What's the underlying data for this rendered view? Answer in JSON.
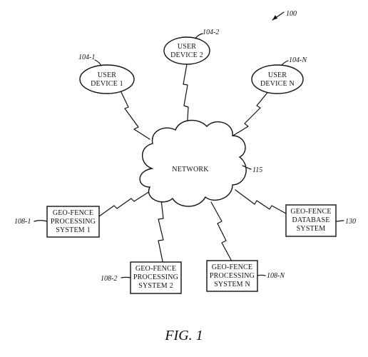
{
  "diagram": {
    "ref_system": "100",
    "network": {
      "label": "NETWORK",
      "ref": "115"
    },
    "user_devices": [
      {
        "id": "ud1",
        "lines": [
          "USER",
          "DEVICE 1"
        ],
        "ref": "104-1"
      },
      {
        "id": "ud2",
        "lines": [
          "USER",
          "DEVICE 2"
        ],
        "ref": "104-2"
      },
      {
        "id": "udn",
        "lines": [
          "USER",
          "DEVICE N"
        ],
        "ref": "104-N"
      }
    ],
    "geo_fence_systems": [
      {
        "id": "gf1",
        "lines": [
          "GEO-FENCE",
          "PROCESSING",
          "SYSTEM 1"
        ],
        "ref": "108-1"
      },
      {
        "id": "gf2",
        "lines": [
          "GEO-FENCE",
          "PROCESSING",
          "SYSTEM 2"
        ],
        "ref": "108-2"
      },
      {
        "id": "gfn",
        "lines": [
          "GEO-FENCE",
          "PROCESSING",
          "SYSTEM N"
        ],
        "ref": "108-N"
      },
      {
        "id": "gdb",
        "lines": [
          "GEO-FENCE",
          "DATABASE",
          "SYSTEM"
        ],
        "ref": "130"
      }
    ],
    "caption": "FIG. 1"
  }
}
